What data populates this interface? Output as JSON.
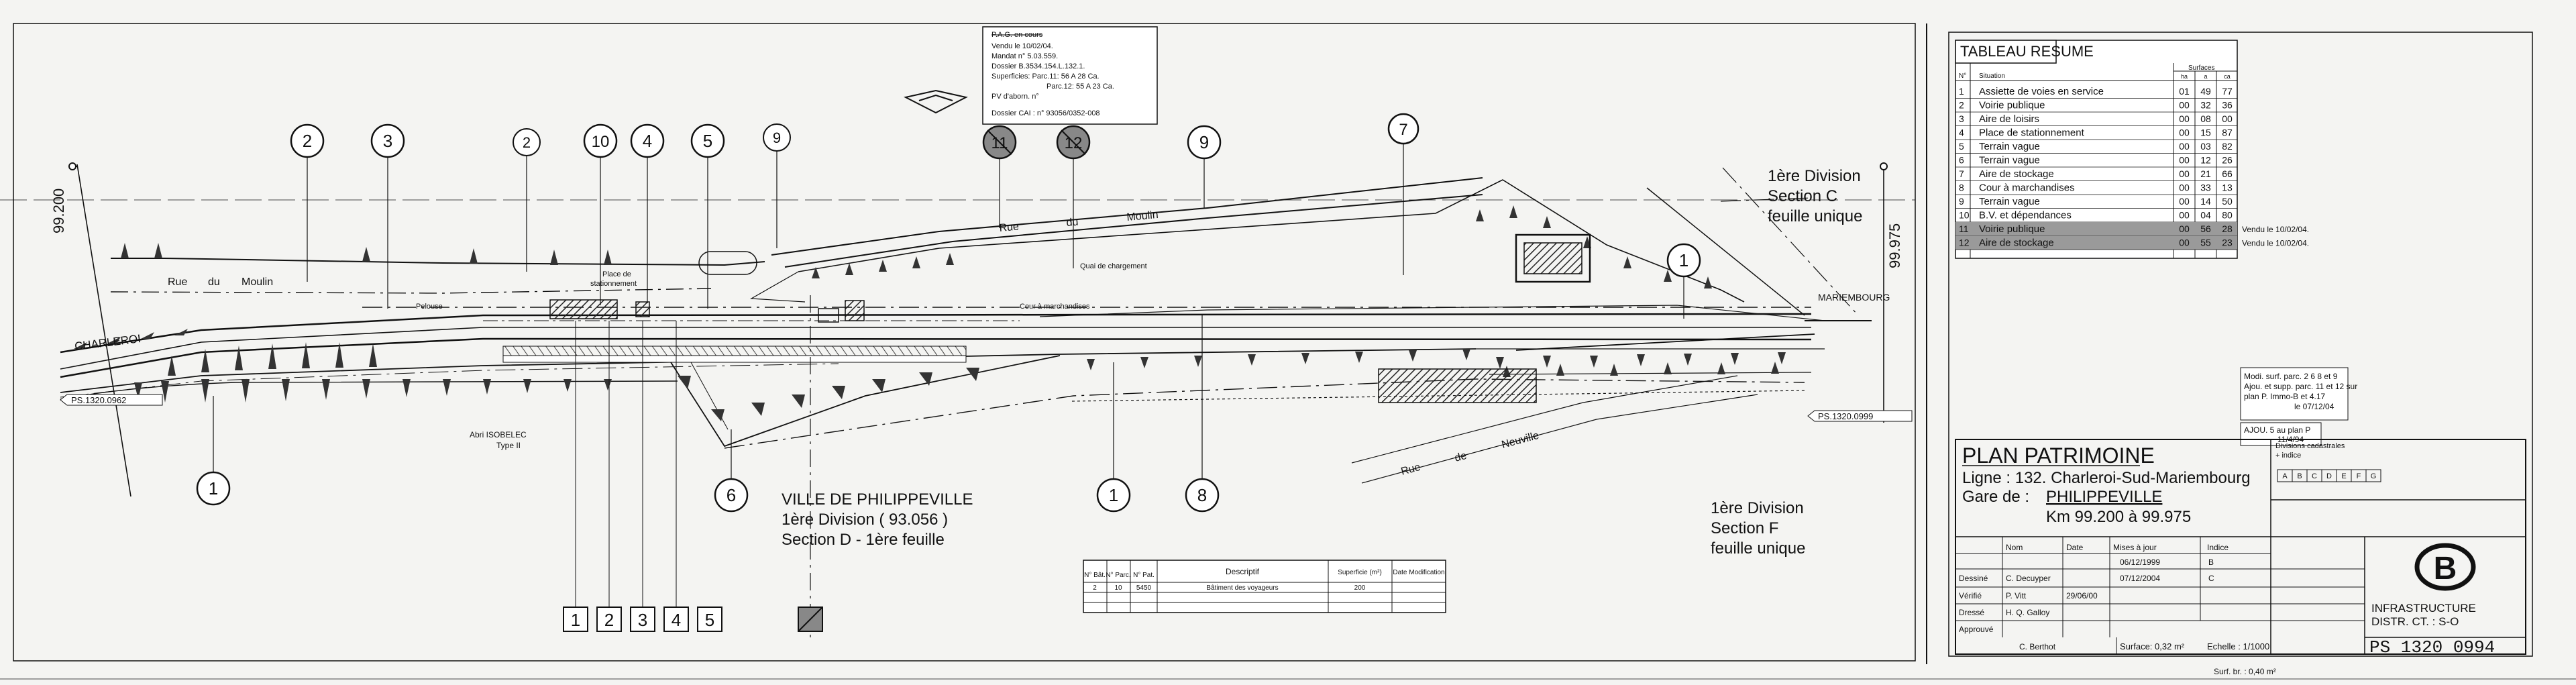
{
  "drawing": {
    "stamp_title": "P.A.G. en cours",
    "stamp_lines": [
      "Vendu le 10/02/04.",
      "Mandat n° 5.03.559.",
      "Dossier B.3534.154.L.132.1.",
      "Superficies: Parc.11: 56 A 28 Ca.",
      "Parc.12: 55 A 23 Ca.",
      "PV d'aborn. n°",
      "Dossier CAI : n° 93056/0352-008"
    ],
    "km_start": "99.200",
    "km_end": "99.975",
    "ref_left": "PS.1320.0962",
    "ref_right": "PS.1320.0999",
    "streets": {
      "moulin_left_1": "Rue",
      "moulin_left_2": "du",
      "moulin_left_3": "Moulin",
      "moulin_top_1": "Rue",
      "moulin_top_2": "du",
      "moulin_top_3": "Moulin",
      "neuville_1": "Rue",
      "neuville_2": "de",
      "neuville_3": "Neuville"
    },
    "labels": {
      "charleroi": "CHARLEROI",
      "mariembourg": "MARIEMBOURG",
      "pelouse": "Pelouse",
      "place_stationnement_1": "Place de",
      "place_stationnement_2": "stationnement",
      "quai_chargement": "Quai de chargement",
      "cour_marchandises": "Cour à marchandises",
      "abri": "Abri ISOBELEC",
      "abri_type": "Type II",
      "ville_1": "VILLE DE PHILIPPEVILLE",
      "ville_2": "1ère Division ( 93.056 )",
      "ville_3": "Section D - 1ère feuille",
      "div_c_1": "1ère Division",
      "div_c_2": "Section C",
      "div_c_3": "feuille unique",
      "div_f_1": "1ère Division",
      "div_f_2": "Section F",
      "div_f_3": "feuille unique"
    },
    "circles": [
      {
        "n": "2"
      },
      {
        "n": "3"
      },
      {
        "n": "2"
      },
      {
        "n": "10"
      },
      {
        "n": "4"
      },
      {
        "n": "5"
      },
      {
        "n": "9"
      },
      {
        "n": "11"
      },
      {
        "n": "12"
      },
      {
        "n": "9"
      },
      {
        "n": "7"
      },
      {
        "n": "1"
      },
      {
        "n": "1"
      },
      {
        "n": "6"
      },
      {
        "n": "1"
      },
      {
        "n": "8"
      }
    ],
    "boxes": [
      "1",
      "2",
      "3",
      "4",
      "5"
    ]
  },
  "small_table": {
    "headers": [
      "N° Bât.",
      "N° Parc.",
      "N° Pat.",
      "Descriptif",
      "Superficie (m²)",
      "Date Modification"
    ],
    "rows": [
      [
        "2",
        "10",
        "5450",
        "Bâtiment des voyageurs",
        "200",
        ""
      ]
    ]
  },
  "tableau": {
    "title": "TABLEAU RESUME",
    "col_n": "N°",
    "col_situation": "Situation",
    "col_surfaces": "Surfaces",
    "col_units": [
      "ha",
      "a",
      "ca"
    ],
    "rows": [
      {
        "n": "1",
        "label": "Assiette de voies en service",
        "ha": "01",
        "a": "49",
        "ca": "77",
        "note": ""
      },
      {
        "n": "2",
        "label": "Voirie publique",
        "ha": "00",
        "a": "32",
        "ca": "36",
        "note": ""
      },
      {
        "n": "3",
        "label": "Aire de loisirs",
        "ha": "00",
        "a": "08",
        "ca": "00",
        "note": ""
      },
      {
        "n": "4",
        "label": "Place de stationnement",
        "ha": "00",
        "a": "15",
        "ca": "87",
        "note": ""
      },
      {
        "n": "5",
        "label": "Terrain vague",
        "ha": "00",
        "a": "03",
        "ca": "82",
        "note": ""
      },
      {
        "n": "6",
        "label": "Terrain vague",
        "ha": "00",
        "a": "12",
        "ca": "26",
        "note": ""
      },
      {
        "n": "7",
        "label": "Aire de stockage",
        "ha": "00",
        "a": "21",
        "ca": "66",
        "note": ""
      },
      {
        "n": "8",
        "label": "Cour à marchandises",
        "ha": "00",
        "a": "33",
        "ca": "13",
        "note": ""
      },
      {
        "n": "9",
        "label": "Terrain vague",
        "ha": "00",
        "a": "14",
        "ca": "50",
        "note": ""
      },
      {
        "n": "10",
        "label": "B.V. et dépendances",
        "ha": "00",
        "a": "04",
        "ca": "80",
        "note": ""
      },
      {
        "n": "11",
        "label": "Voirie publique",
        "ha": "00",
        "a": "56",
        "ca": "28",
        "note": "Vendu le 10/02/04."
      },
      {
        "n": "12",
        "label": "Aire de stockage",
        "ha": "00",
        "a": "55",
        "ca": "23",
        "note": "Vendu le 10/02/04."
      }
    ],
    "highlight_color": "#9a9a9a"
  },
  "modif_notes": {
    "note1": [
      "Modi. surf. parc. 2 6 8 et 9",
      "Ajou. et supp. parc. 11 et 12 sur",
      "plan P. Immo-B et 4.17",
      "le 07/12/04"
    ],
    "note2": [
      "AJOU. 5 au plan P",
      "11/4/94"
    ]
  },
  "title_block": {
    "title": "PLAN PATRIMOINE",
    "ligne": "Ligne : 132.  Charleroi-Sud-Mariembourg",
    "gare_label": "Gare de :",
    "gare": "PHILIPPEVILLE",
    "km": "Km  99.200  à  99.975",
    "divisions_label": "Divisions cadastrales",
    "divisions_sub": "+ indice",
    "div_cells": [
      "A",
      "B",
      "C",
      "D",
      "E",
      "F",
      "G"
    ],
    "hdr_nom": "Nom",
    "hdr_date": "Date",
    "hdr_mises": "Mises à jour",
    "hdr_indice": "Indice",
    "roles": [
      {
        "role": "Dessiné",
        "nom": "C. Decuyper",
        "date": ""
      },
      {
        "role": "Vérifié",
        "nom": "P. Vitt",
        "date": "29/06/00"
      },
      {
        "role": "Dressé",
        "nom": "H. Q. Galloy",
        "date": ""
      },
      {
        "role": "Approuvé",
        "nom": "",
        "date": ""
      }
    ],
    "mises": [
      {
        "date": "06/12/1999",
        "indice": "B"
      },
      {
        "date": "07/12/2004",
        "indice": "C"
      }
    ],
    "approuve_sig": "C. Berthot",
    "surface": "Surface: 0,32 m²",
    "echelle": "Echelle : 1/1000",
    "logo": "B",
    "infra_1": "INFRASTRUCTURE",
    "infra_2": "DISTR. CT. : S-O",
    "plan_number": "PS 1320 0994",
    "surf_br": "Surf. br. : 0,40 m²"
  }
}
